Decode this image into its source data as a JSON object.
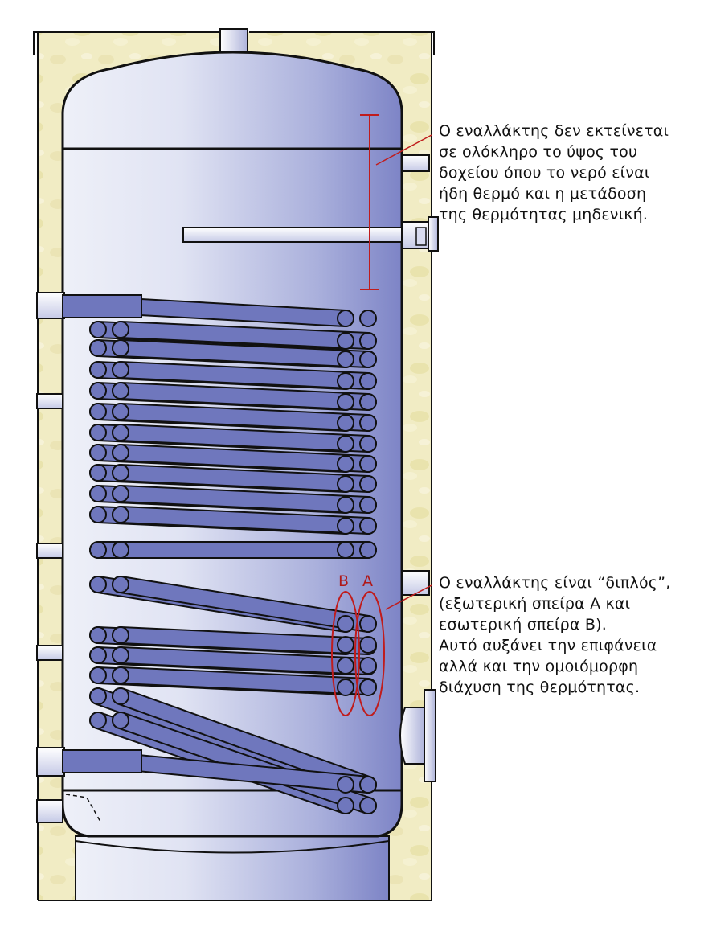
{
  "annotations": {
    "top": {
      "lines": [
        "Ο εναλλάκτης δεν εκτείνεται",
        "σε ολόκληρο το ύψος του",
        "δοχείου όπου το νερό είναι",
        "ήδη θερμό και η μετάδοση",
        "της θερμότητας μηδενική."
      ]
    },
    "bottom": {
      "lines": [
        "Ο εναλλάκτης είναι “διπλός”,",
        "(εξωτερική σπείρα Α και",
        "εσωτερική σπείρα Β).",
        "Αυτό αυξάνει την επιφάνεια",
        "αλλά και την ομοιόμορφη",
        "διάχυση της θερμότητας."
      ]
    }
  },
  "coil_labels": {
    "inner": "B",
    "outer": "A"
  },
  "colors": {
    "insulation": "#f1ecc4",
    "tank_light": "#e6e8f6",
    "tank_dark": "#7d84c6",
    "coil": "#6f77bd",
    "annotation": "#c01c1c",
    "outline": "#111111"
  }
}
